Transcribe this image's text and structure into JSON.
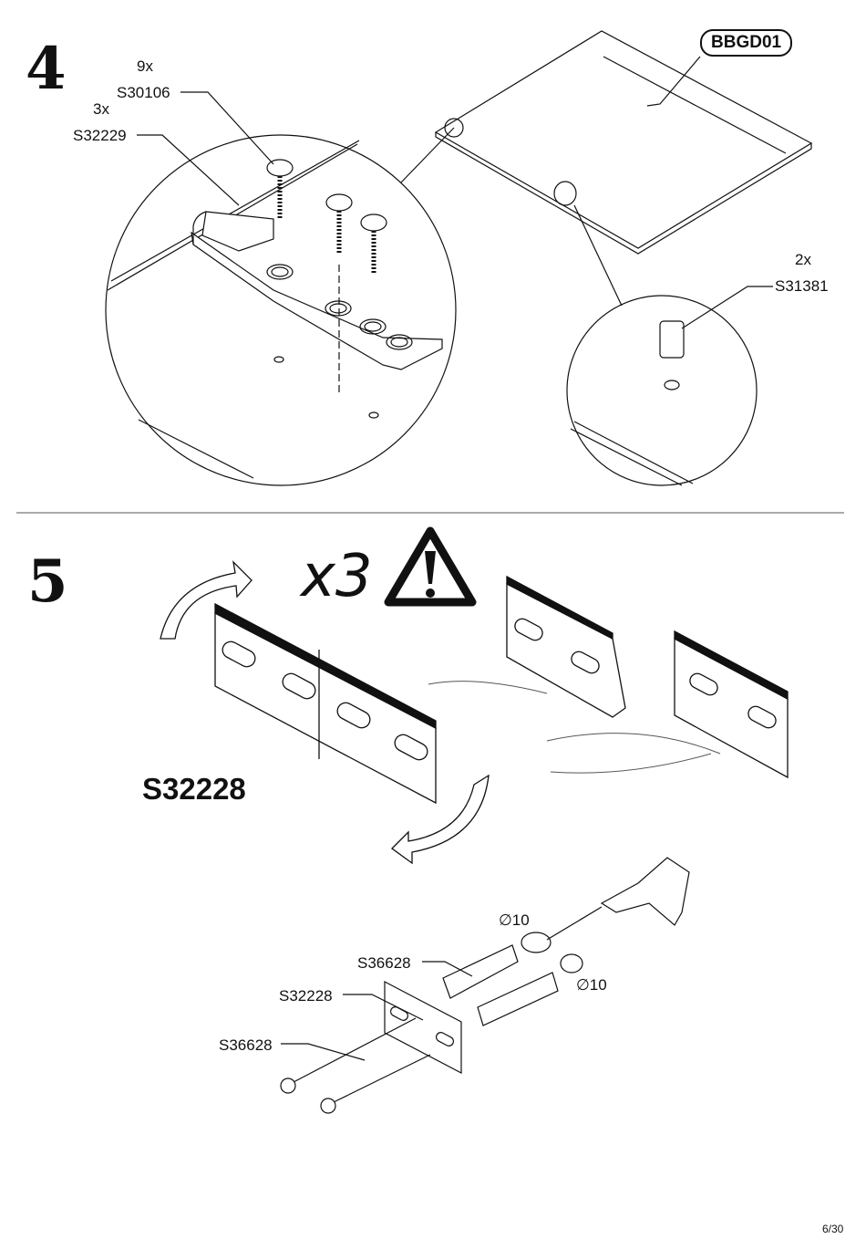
{
  "step4": {
    "number": "4",
    "panel_code": "BBGD01",
    "parts": [
      {
        "qty": "9x",
        "code": "S30106"
      },
      {
        "qty": "3x",
        "code": "S32229"
      },
      {
        "qty": "2x",
        "code": "S31381"
      }
    ]
  },
  "step5": {
    "number": "5",
    "multiplier": "x3",
    "bracket_code": "S32228",
    "mount_labels": {
      "dowel_top": "S36628",
      "bracket": "S32228",
      "screw": "S36628"
    },
    "drill_diameter_1": "∅10",
    "drill_diameter_2": "∅10"
  },
  "footer": {
    "page": "6/30"
  }
}
